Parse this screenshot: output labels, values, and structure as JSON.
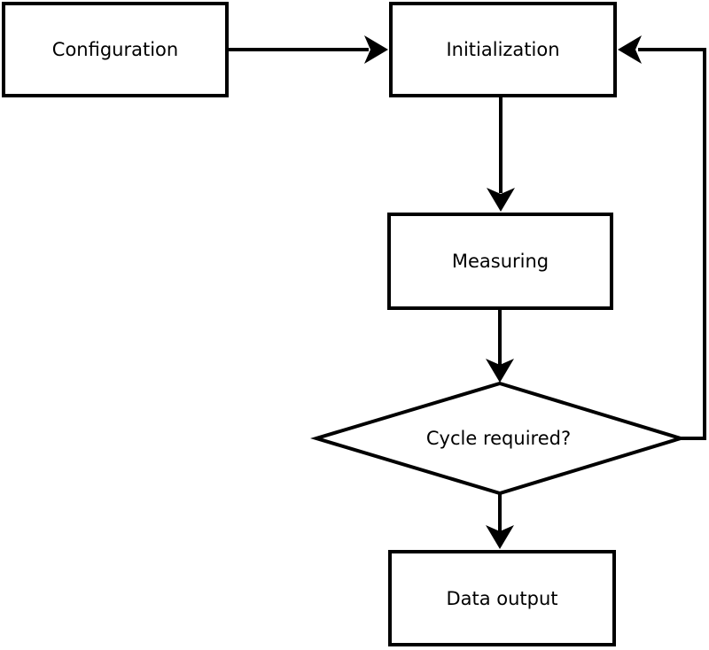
{
  "diagram": {
    "type": "flowchart",
    "nodes": {
      "configuration": {
        "label": "Configuration",
        "shape": "rect"
      },
      "initialization": {
        "label": "Initialization",
        "shape": "rect"
      },
      "measuring": {
        "label": "Measuring",
        "shape": "rect"
      },
      "cycle_required": {
        "label": "Cycle required?",
        "shape": "diamond"
      },
      "data_output": {
        "label": "Data output",
        "shape": "rect"
      }
    },
    "edges": [
      {
        "from": "configuration",
        "to": "initialization"
      },
      {
        "from": "initialization",
        "to": "measuring"
      },
      {
        "from": "measuring",
        "to": "cycle_required"
      },
      {
        "from": "cycle_required",
        "to": "data_output"
      },
      {
        "from": "cycle_required",
        "to": "initialization"
      }
    ],
    "colors": {
      "line": "#000000",
      "node_fill": "#ffffff",
      "text": "#000000",
      "background": "#ffffff"
    }
  }
}
